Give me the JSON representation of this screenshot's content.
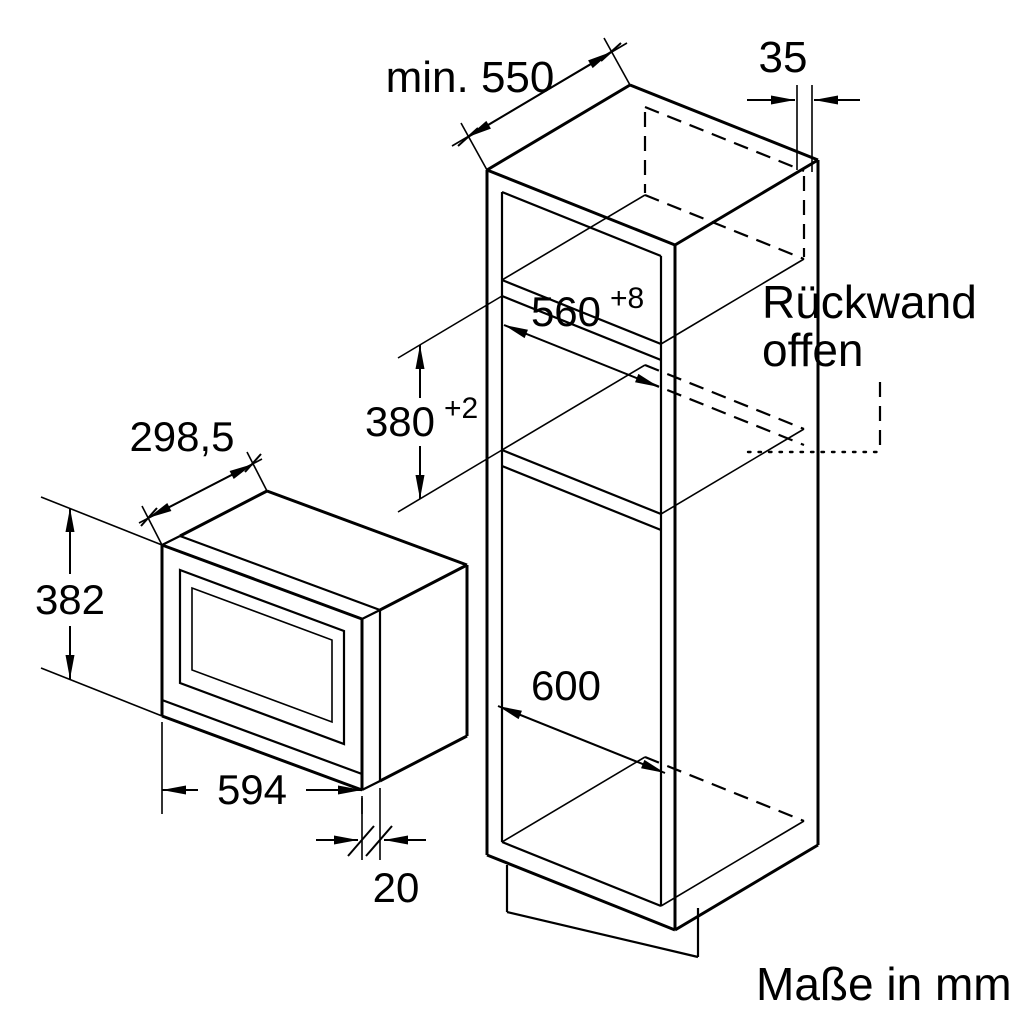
{
  "diagram": {
    "footer_note": "Maße in mm",
    "cabinet": {
      "depth_min": "min. 550",
      "rear_offset": "35",
      "niche_height": "380",
      "niche_height_tolerance": "+2",
      "niche_width": "560",
      "niche_width_tolerance": "+8",
      "lower_width": "600",
      "rear_wall_label_line1": "Rückwand",
      "rear_wall_label_line2": "offen"
    },
    "appliance": {
      "depth": "298,5",
      "height": "382",
      "width": "594",
      "door_protrusion": "20"
    },
    "colors": {
      "line": "#000000",
      "background": "#ffffff"
    }
  }
}
